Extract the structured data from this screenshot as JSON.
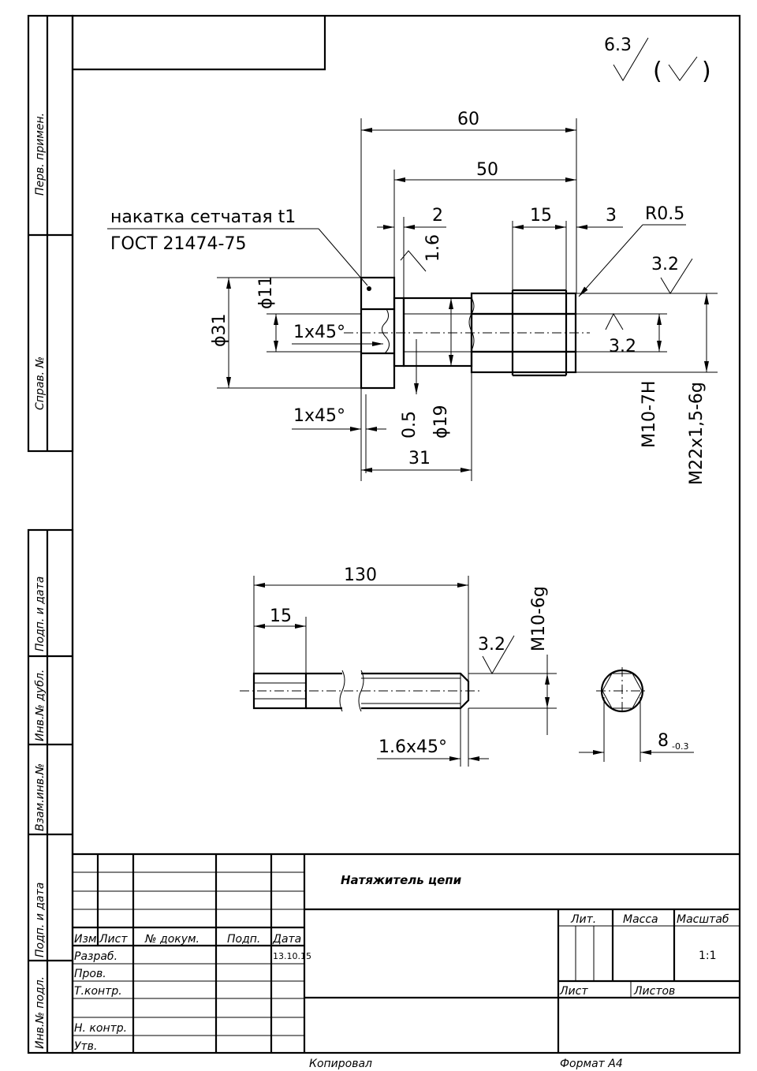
{
  "side_labels": {
    "perv_primen": "Перв. примен.",
    "sprav_no": "Справ. №",
    "podp_data_1": "Подп. и дата",
    "inv_dubl": "Инв.№ дубл.",
    "vzam_inv": "Взам.инв.№",
    "podp_data_2": "Подп. и дата",
    "inv_podl": "Инв.№ подл."
  },
  "roughness": {
    "general": "6.3",
    "bracket_open": "(",
    "bracket_close": ")"
  },
  "part1": {
    "dim_60": "60",
    "dim_50": "50",
    "dim_2": "2",
    "dim_15": "15",
    "dim_3": "3",
    "dim_r05": "R0.5",
    "dim_16": "1.6",
    "dim_32a": "3.2",
    "dim_32b": "3.2",
    "dim_phi11": "ϕ11",
    "dim_phi31": "ϕ31",
    "dim_1x45a": "1x45°",
    "dim_1x45b": "1x45°",
    "dim_05": "0.5",
    "dim_phi19": "ϕ19",
    "dim_31": "31",
    "dim_m10_7h": "M10-7H",
    "dim_m22": "M22x1,5-6g",
    "knurl_line1": "накатка сетчатая t1",
    "knurl_line2": "ГОСТ 21474-75"
  },
  "part2": {
    "dim_130": "130",
    "dim_15": "15",
    "dim_32": "3.2",
    "dim_m10_6g": "M10-6g",
    "dim_16x45": "1.6x45°",
    "dim_8": "8",
    "dim_8_tol": "-0.3"
  },
  "title_block": {
    "title": "Натяжитель цепи",
    "izm": "Изм.",
    "list": "Лист",
    "no_dokum": "№ докум.",
    "podp": "Подп.",
    "data": "Дата",
    "razrab": "Разраб.",
    "date_value": "13.10.15",
    "prov": "Пров.",
    "t_kontr": "Т.контр.",
    "n_kontr": "Н. контр.",
    "utv": "Утв.",
    "lit": "Лит.",
    "massa": "Масса",
    "masshtab": "Масштаб",
    "scale": "1:1",
    "list2": "Лист",
    "listov": "Листов"
  },
  "footer": {
    "kopiroval": "Копировал",
    "format": "Формат  А4"
  }
}
